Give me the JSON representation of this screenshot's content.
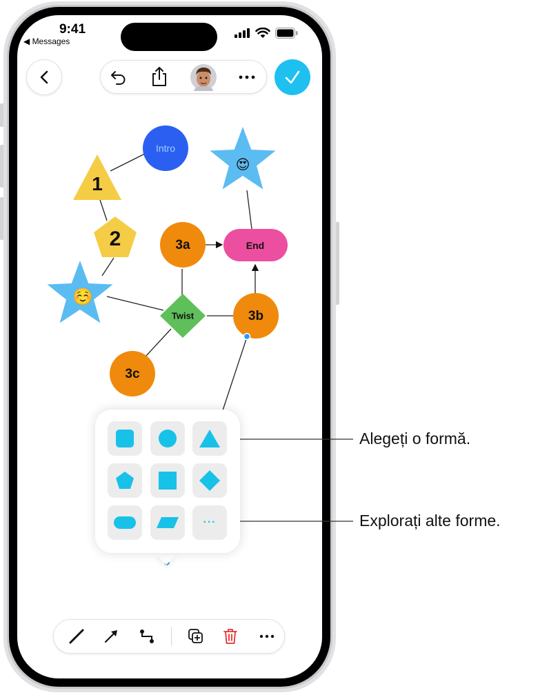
{
  "status_bar": {
    "time": "9:41",
    "back_app": "◀ Messages"
  },
  "header": {
    "done_color": "#1ec0f0"
  },
  "diagram": {
    "nodes": [
      {
        "id": "intro",
        "label": "Intro",
        "shape": "circle",
        "color": "#2b5ff2"
      },
      {
        "id": "n1",
        "label": "1",
        "shape": "triangle",
        "color": "#f5cc45"
      },
      {
        "id": "n2",
        "label": "2",
        "shape": "pentagon",
        "color": "#f5cc45"
      },
      {
        "id": "star-left",
        "label": "☺️",
        "shape": "star",
        "color": "#5bbcf2"
      },
      {
        "id": "star-top",
        "label": "😍",
        "shape": "star",
        "color": "#5bbcf2"
      },
      {
        "id": "n3a",
        "label": "3a",
        "shape": "circle",
        "color": "#f08a0c"
      },
      {
        "id": "end",
        "label": "End",
        "shape": "rounded-rect",
        "color": "#ec4fa0"
      },
      {
        "id": "twist",
        "label": "Twist",
        "shape": "diamond",
        "color": "#5fbf5a"
      },
      {
        "id": "n3b",
        "label": "3b",
        "shape": "circle",
        "color": "#f08a0c"
      },
      {
        "id": "n3c",
        "label": "3c",
        "shape": "circle",
        "color": "#f08a0c"
      }
    ]
  },
  "shape_picker": {
    "accent": "#18c1e8",
    "items": [
      {
        "name": "rounded-square"
      },
      {
        "name": "circle"
      },
      {
        "name": "triangle"
      },
      {
        "name": "pentagon"
      },
      {
        "name": "square"
      },
      {
        "name": "diamond"
      },
      {
        "name": "capsule"
      },
      {
        "name": "parallelogram"
      },
      {
        "name": "more-shapes",
        "label": "···"
      }
    ]
  },
  "callouts": {
    "choose_shape": "Alegeți o formă.",
    "explore_shapes": "Explorați alte forme."
  },
  "toolbar": {
    "items": [
      "line-icon",
      "arrow-icon",
      "connector-icon",
      "duplicate-icon",
      "delete-icon",
      "more-icon"
    ],
    "delete_color": "#e5312f"
  }
}
